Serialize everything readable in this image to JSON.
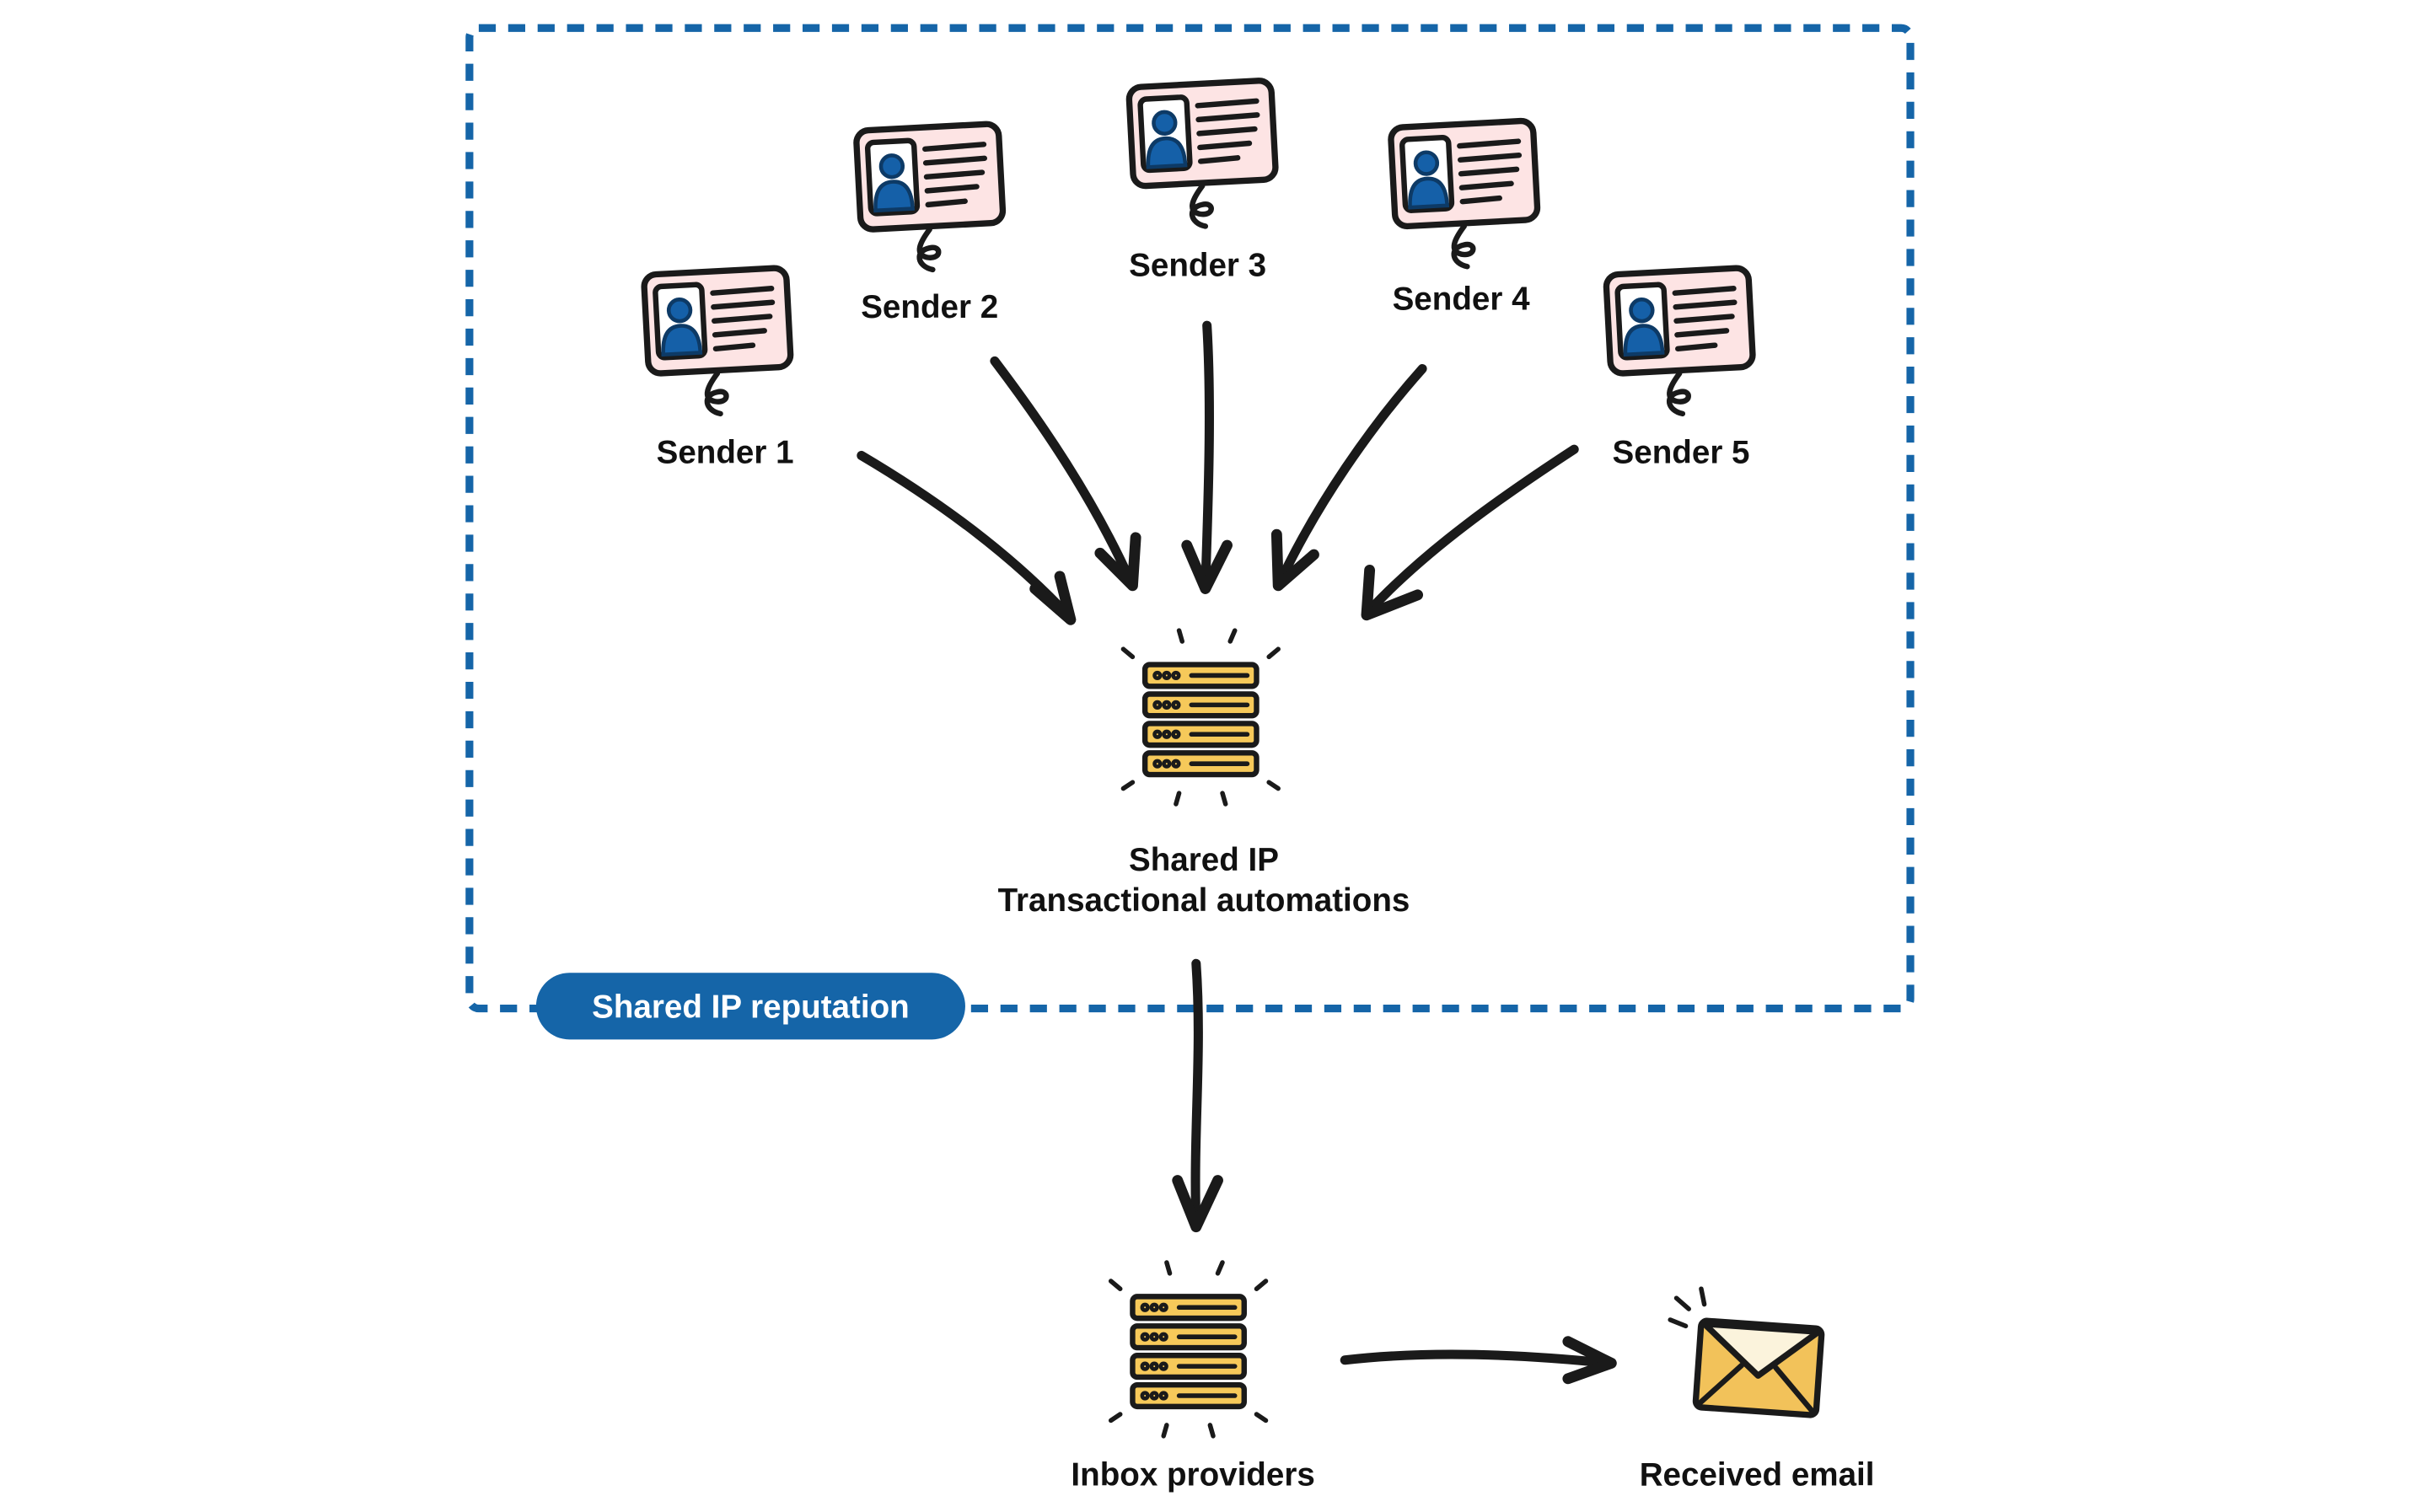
{
  "group": {
    "label": "Shared IP reputation",
    "border_color": "#1565a8",
    "pill_color": "#1565a8",
    "pill_text_color": "#ffffff"
  },
  "senders": [
    {
      "label": "Sender 1",
      "icon": "id-card-icon"
    },
    {
      "label": "Sender 2",
      "icon": "id-card-icon"
    },
    {
      "label": "Sender 3",
      "icon": "id-card-icon"
    },
    {
      "label": "Sender 4",
      "icon": "id-card-icon"
    },
    {
      "label": "Sender 5",
      "icon": "id-card-icon"
    }
  ],
  "shared_ip": {
    "line1": "Shared IP",
    "line2": "Transactional automations",
    "icon": "server-icon"
  },
  "inbox": {
    "label": "Inbox providers",
    "icon": "server-icon"
  },
  "received": {
    "label": "Received email",
    "icon": "envelope-icon"
  },
  "colors": {
    "card_fill": "#fde4e4",
    "person": "#1560a8",
    "server": "#f6c95a",
    "envelope": "#f2c25a",
    "envelope_flap": "#fbf3dc",
    "arrow": "#1a1a1a"
  }
}
